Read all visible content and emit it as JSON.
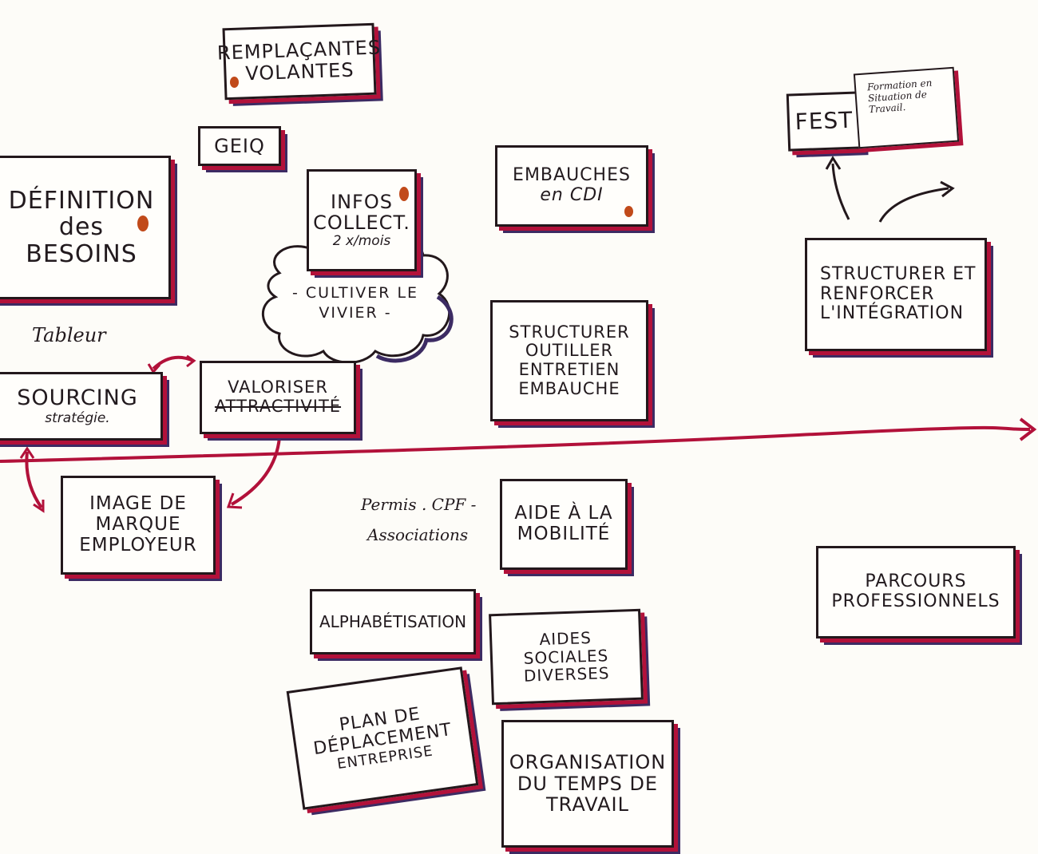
{
  "boxes": {
    "remplacantes": "REMPLAÇANTES VOLANTES",
    "geiq": "GEIQ",
    "definition_line1": "DÉFINITION",
    "definition_line2": "des",
    "definition_line3": "BESOINS",
    "infos_line1": "INFOS",
    "infos_line2": "COLLECT.",
    "infos_sub": "2 x/mois",
    "embauches_line1": "EMBAUCHES",
    "embauches_line2": "en CDI",
    "fest": "FEST",
    "fest_note": "Formation en Situation de Travail.",
    "structurer_integration": "STRUCTURER et RENFORCER L'INTÉGRATION",
    "structurer_outiller_line1": "STRUCTURER",
    "structurer_outiller_line2": "OUTILLER",
    "structurer_outiller_line3": "ENTRETIEN",
    "structurer_outiller_line4": "EMBAUCHE",
    "sourcing": "SOURCING",
    "sourcing_sub": "stratégie.",
    "valoriser_line1": "VALORISER",
    "valoriser_line2": "ATTRACTIVITÉ",
    "image_marque_line1": "IMAGE de",
    "image_marque_line2": "MARQUE",
    "image_marque_line3": "EMPLOYEUR",
    "aide_mobilite_line1": "AIDE à LA",
    "aide_mobilite_line2": "MOBILITÉ",
    "parcours_line1": "PARCOURS",
    "parcours_line2": "PROFESSIONNELS",
    "alphabetisation": "ALPHABÉTISATION",
    "aides_sociales_line1": "AIDES SOCIALES",
    "aides_sociales_line2": "DIVERSES",
    "plan_line1": "PLAN de",
    "plan_line2": "DÉPLACEMENT",
    "plan_line3": "ENTREPRISE",
    "organisation_line1": "ORGANISATION",
    "organisation_line2": "du TEMPS de",
    "organisation_line3": "TRAVAIL"
  },
  "cloud": {
    "line1": "- CULTIVER LE",
    "line2": "VIVIER -"
  },
  "labels": {
    "tableur": "Tableur",
    "permis_cpf": "Permis . CPF -",
    "associations": "Associations"
  },
  "colors": {
    "ink": "#23181c",
    "accent_red": "#b2113a",
    "accent_blue": "#3c2b63",
    "dot_orange": "#c14a1a"
  }
}
